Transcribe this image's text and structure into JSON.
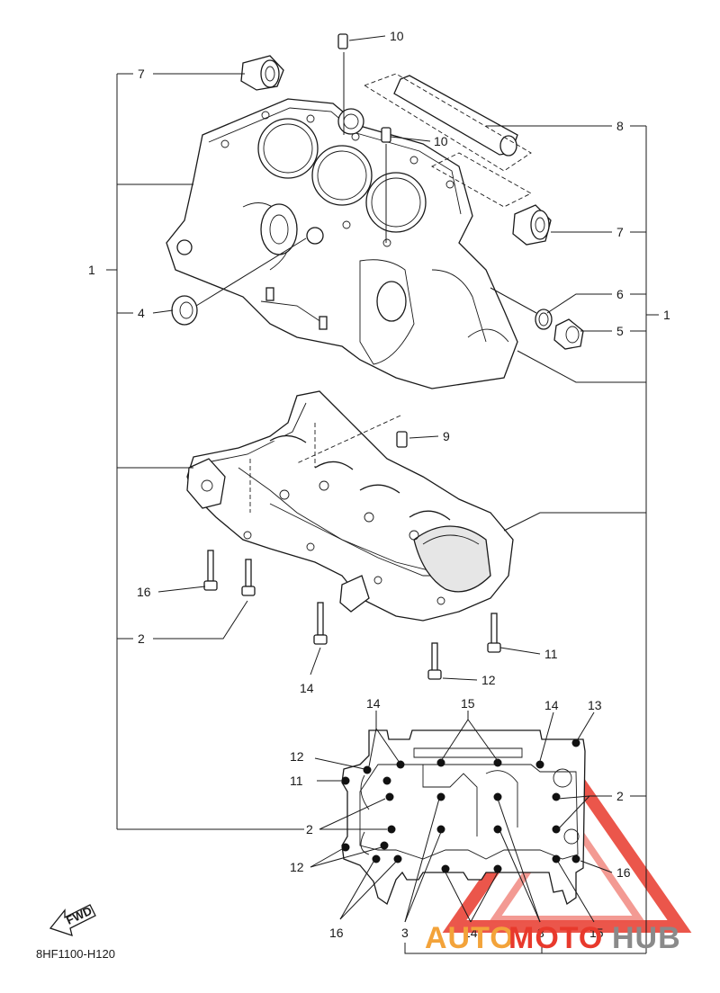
{
  "diagram_code": "8HF1100-H120",
  "fwd_label": "FWD",
  "watermark": {
    "part1": "AUTO",
    "part2": "MOTO",
    "part3": "HUB"
  },
  "callouts": [
    {
      "id": "c-10a",
      "text": "10"
    },
    {
      "id": "c-7a",
      "text": "7"
    },
    {
      "id": "c-10b",
      "text": "10"
    },
    {
      "id": "c-8",
      "text": "8"
    },
    {
      "id": "c-7b",
      "text": "7"
    },
    {
      "id": "c-1a",
      "text": "1"
    },
    {
      "id": "c-6",
      "text": "6"
    },
    {
      "id": "c-4",
      "text": "4"
    },
    {
      "id": "c-1b",
      "text": "1"
    },
    {
      "id": "c-5",
      "text": "5"
    },
    {
      "id": "c-9",
      "text": "9"
    },
    {
      "id": "c-16a",
      "text": "16"
    },
    {
      "id": "c-2a",
      "text": "2"
    },
    {
      "id": "c-11a",
      "text": "11"
    },
    {
      "id": "c-14a",
      "text": "14"
    },
    {
      "id": "c-12a",
      "text": "12"
    },
    {
      "id": "c-14b",
      "text": "14"
    },
    {
      "id": "c-15a",
      "text": "15"
    },
    {
      "id": "c-14c",
      "text": "14"
    },
    {
      "id": "c-13",
      "text": "13"
    },
    {
      "id": "c-12b",
      "text": "12"
    },
    {
      "id": "c-11b",
      "text": "11"
    },
    {
      "id": "c-2b",
      "text": "2"
    },
    {
      "id": "c-2c",
      "text": "2"
    },
    {
      "id": "c-12c",
      "text": "12"
    },
    {
      "id": "c-16b",
      "text": "16"
    },
    {
      "id": "c-16c",
      "text": "16"
    },
    {
      "id": "c-3a",
      "text": "3"
    },
    {
      "id": "c-14d",
      "text": "14"
    },
    {
      "id": "c-3b",
      "text": "3"
    },
    {
      "id": "c-15b",
      "text": "15"
    }
  ],
  "colors": {
    "watermark_red": "#e8392c",
    "watermark_orange": "#f3a33a",
    "watermark_gray": "#8a8a8a",
    "line": "#1a1a1a"
  }
}
